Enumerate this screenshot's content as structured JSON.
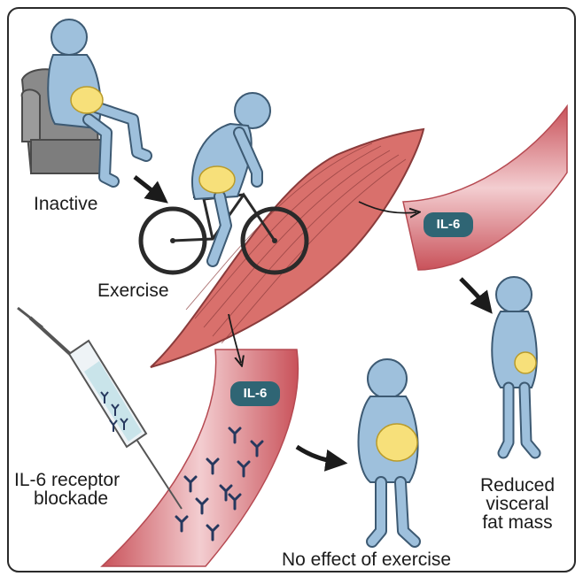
{
  "labels": {
    "inactive": "Inactive",
    "exercise": "Exercise",
    "il6_upper": "IL-6",
    "il6_lower": "IL-6",
    "receptor_blockade_line1": "IL-6 receptor",
    "receptor_blockade_line2": "blockade",
    "reduced_line1": "Reduced",
    "reduced_line2": "visceral",
    "reduced_line3": "fat mass",
    "no_effect": "No effect of exercise"
  },
  "colors": {
    "body_blue": "#9ec0dc",
    "body_outline": "#3d5a73",
    "fat_yellow": "#f7e07a",
    "muscle_red": "#d9706c",
    "vessel_red": "#c9525a",
    "vessel_inner": "#f3cdd0",
    "il6_pill": "#2f6574",
    "armchair_gray": "#8a8a8a",
    "antibody_navy": "#26385e"
  }
}
